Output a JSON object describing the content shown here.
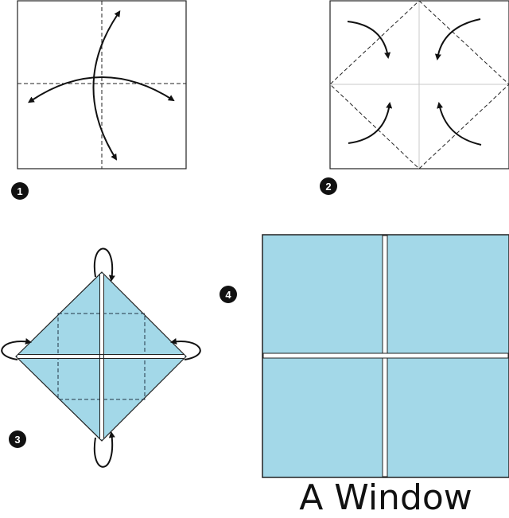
{
  "title": "A Window",
  "steps": [
    {
      "number": "1"
    },
    {
      "number": "2"
    },
    {
      "number": "3"
    },
    {
      "number": "4"
    }
  ],
  "colors": {
    "paper_blue": "#a3d8e8",
    "outline": "#1a1a1a",
    "badge": "#111111",
    "crease_gray": "#c8c8c8"
  }
}
